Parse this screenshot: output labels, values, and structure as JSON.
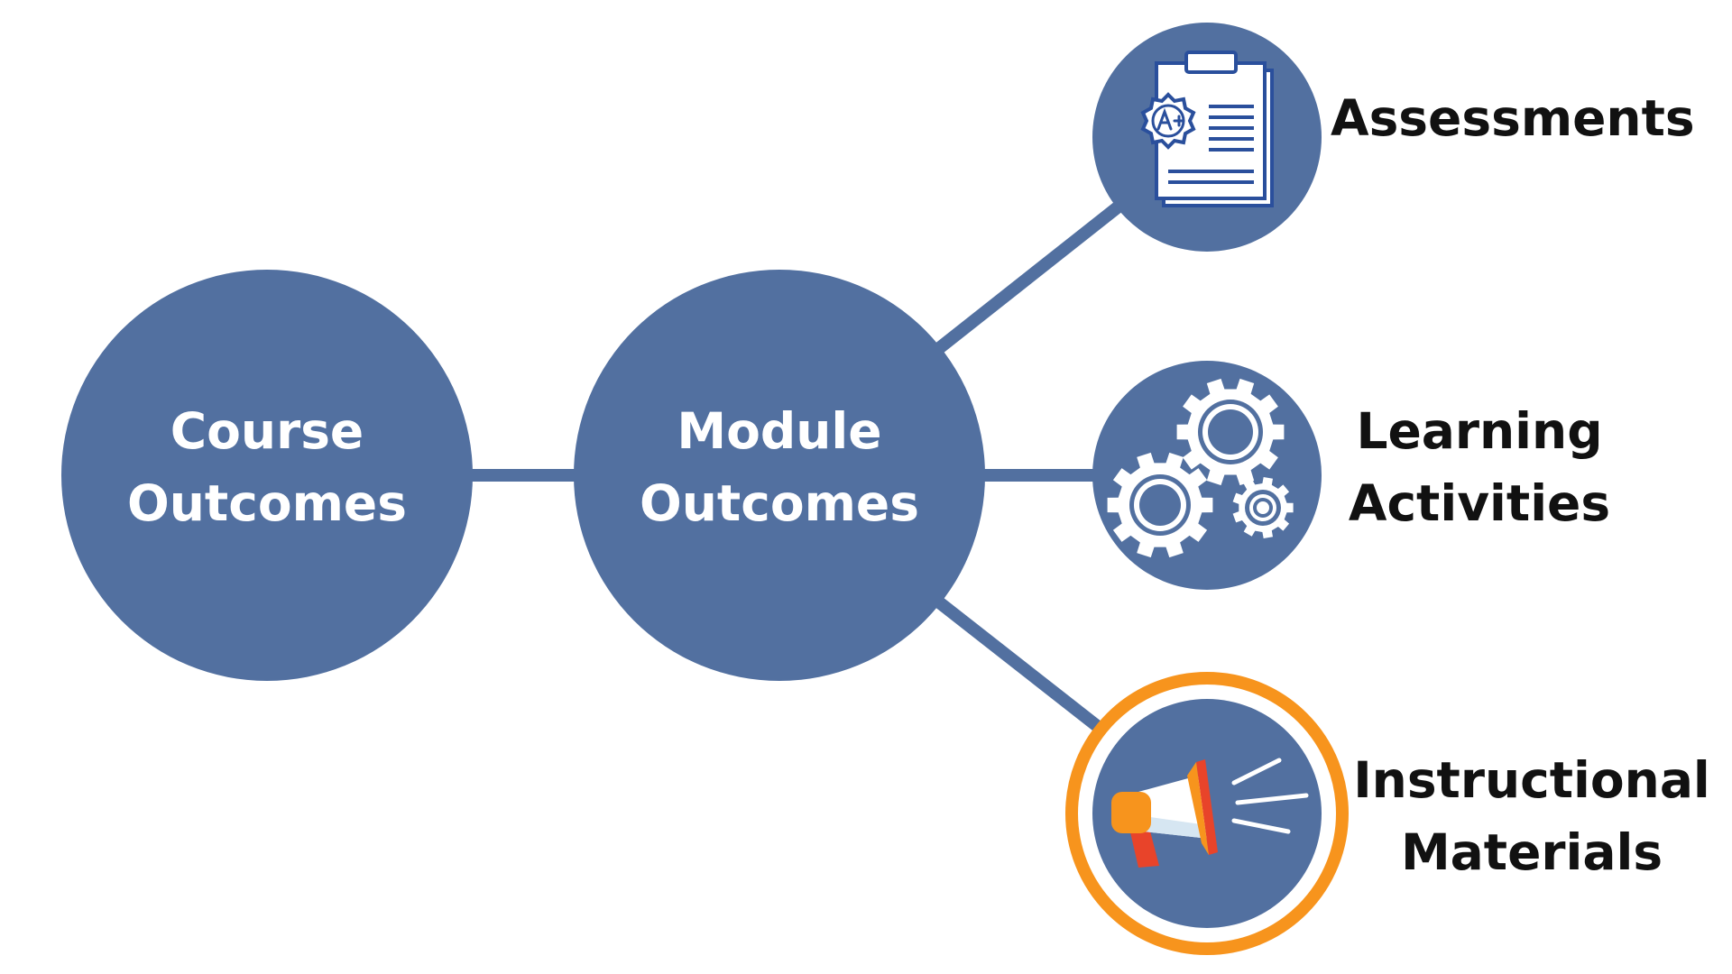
{
  "diagram": {
    "nodes": {
      "course": {
        "line1": "Course",
        "line2": "Outcomes"
      },
      "module": {
        "line1": "Module",
        "line2": "Outcomes"
      },
      "assessments": {
        "label": "Assessments",
        "icon": "clipboard-grade-icon"
      },
      "activities": {
        "line1": "Learning",
        "line2": "Activities",
        "icon": "gears-icon"
      },
      "materials": {
        "line1": "Instructional",
        "line2": "Materials",
        "icon": "megaphone-icon",
        "highlighted": true
      }
    },
    "colors": {
      "node": "#5270a0",
      "highlight": "#f7941d",
      "label": "#111111",
      "icon_white": "#ffffff",
      "icon_blue": "#2a4f9c",
      "megaphone_orange": "#f7941d",
      "megaphone_red": "#e8442a"
    }
  }
}
